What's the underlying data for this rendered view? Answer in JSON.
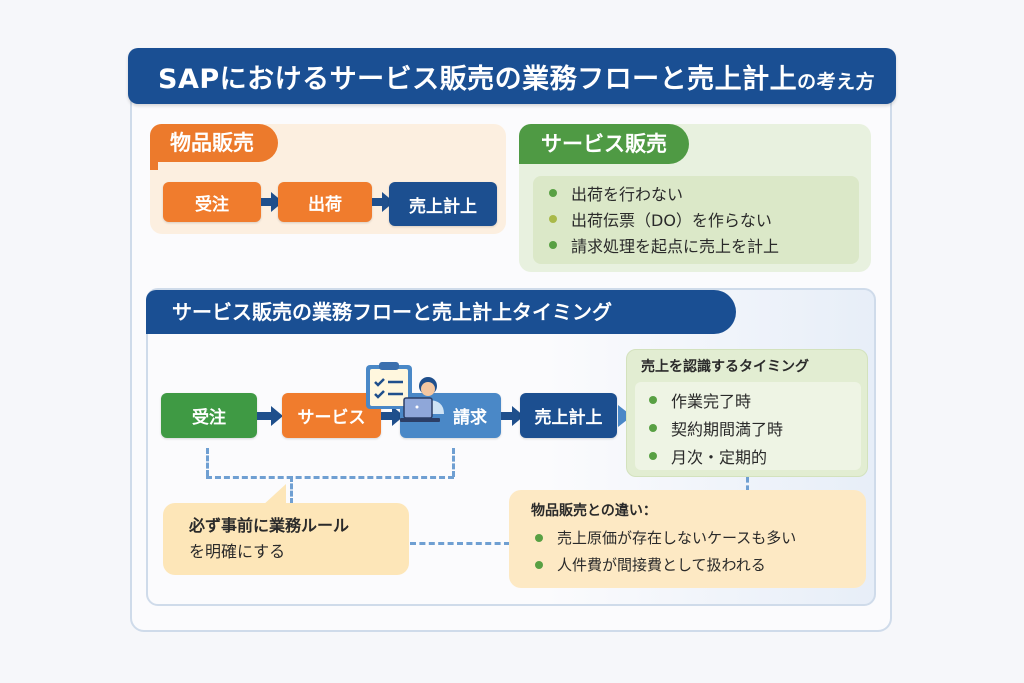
{
  "title": {
    "main": "SAPにおけるサービス販売の業務フローと売上計上",
    "suffix": "の考え方"
  },
  "goods_sales": {
    "label": "物品販売",
    "steps": [
      "受注",
      "出荷",
      "売上計上"
    ]
  },
  "service_sales": {
    "label": "サービス販売",
    "bullets": [
      {
        "text": "出荷を行わない",
        "color": "#58a043"
      },
      {
        "text": "出荷伝票（DO）を作らない",
        "color": "#a9b94a"
      },
      {
        "text": "請求処理を起点に売上を計上",
        "color": "#58a043"
      }
    ]
  },
  "flow_section": {
    "label": "サービス販売の業務フローと売上計上タイミング",
    "steps": [
      {
        "text": "受注",
        "color": "#3f9a44"
      },
      {
        "text": "サービス",
        "color": "#f07c2d"
      },
      {
        "text": "請求",
        "color": "#4a88c7"
      },
      {
        "text": "売上計上",
        "color": "#1c4f90"
      }
    ],
    "icons": [
      "clipboard-checklist-icon",
      "person-laptop-icon"
    ]
  },
  "timing_box": {
    "heading": "売上を認識するタイミング",
    "bullets": [
      "作業完了時",
      "契約期間満了時",
      "月次・定期的"
    ]
  },
  "note": {
    "line1": "必ず事前に業務ルール",
    "line2": "を明確にする"
  },
  "difference_box": {
    "heading": "物品販売との違い：",
    "bullets": [
      "売上原価が存在しないケースも多い",
      "人件費が間接費として扱われる"
    ]
  },
  "colors": {
    "navy": "#1a4f93",
    "orange": "#f07c2d",
    "green": "#3f9a44",
    "light_blue": "#4a88c7",
    "note_bg": "#fde6b8"
  }
}
